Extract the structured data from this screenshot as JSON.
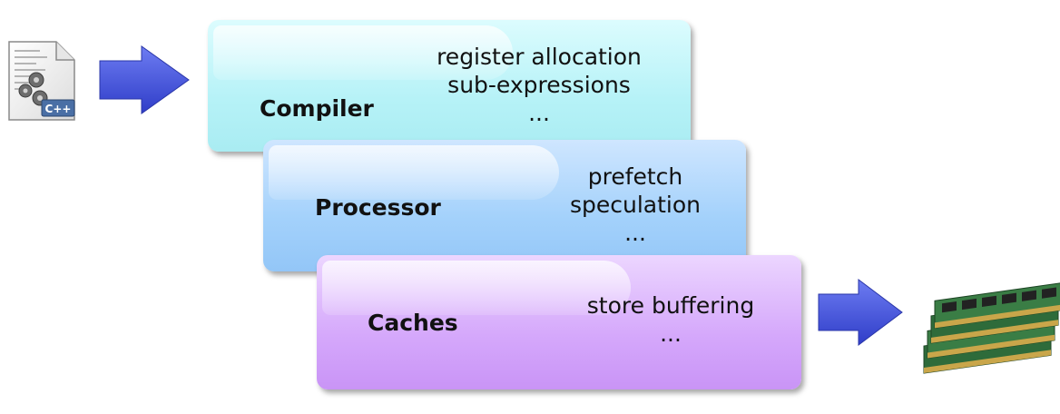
{
  "layers": {
    "compiler": {
      "title": "Compiler",
      "lines": [
        "register allocation",
        "sub-expressions",
        "..."
      ]
    },
    "processor": {
      "title": "Processor",
      "lines": [
        "prefetch",
        "speculation",
        "..."
      ]
    },
    "caches": {
      "title": "Caches",
      "lines": [
        "store buffering",
        "..."
      ]
    }
  },
  "source_file": {
    "badge": "C++",
    "icon": "source-file-icon"
  },
  "memory": {
    "icon": "memory-modules-image"
  },
  "colors": {
    "compiler": "#b6f2f7",
    "processor": "#a3d1fb",
    "caches": "#d5a8fb",
    "arrow": "#3f4fd8"
  }
}
